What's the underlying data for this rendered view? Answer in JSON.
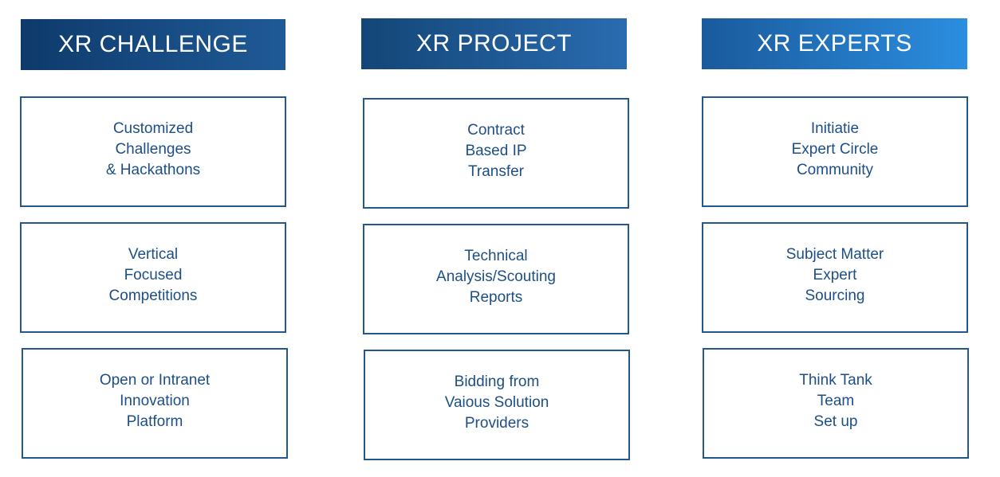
{
  "columns": [
    {
      "header": "XR CHALLENGE",
      "boxes": [
        [
          "Customized",
          "Challenges",
          "& Hackathons"
        ],
        [
          "Vertical",
          "Focused",
          "Competitions"
        ],
        [
          "Open or Intranet",
          "Innovation",
          "Platform"
        ]
      ]
    },
    {
      "header": "XR PROJECT",
      "boxes": [
        [
          "Contract",
          "Based IP",
          "Transfer"
        ],
        [
          "Technical",
          "Analysis/Scouting",
          "Reports"
        ],
        [
          "Bidding from",
          "Vaious Solution",
          "Providers"
        ]
      ]
    },
    {
      "header": "XR EXPERTS",
      "boxes": [
        [
          "Initiatie",
          "Expert Circle",
          "Community"
        ],
        [
          "Subject Matter",
          "Expert",
          "Sourcing"
        ],
        [
          "Think Tank",
          "Team",
          "Set up"
        ]
      ]
    }
  ],
  "colors": {
    "header_dark": "#0e3a6b",
    "header_light": "#2b8ee0",
    "border": "#23588f",
    "text": "#1d4f86"
  }
}
